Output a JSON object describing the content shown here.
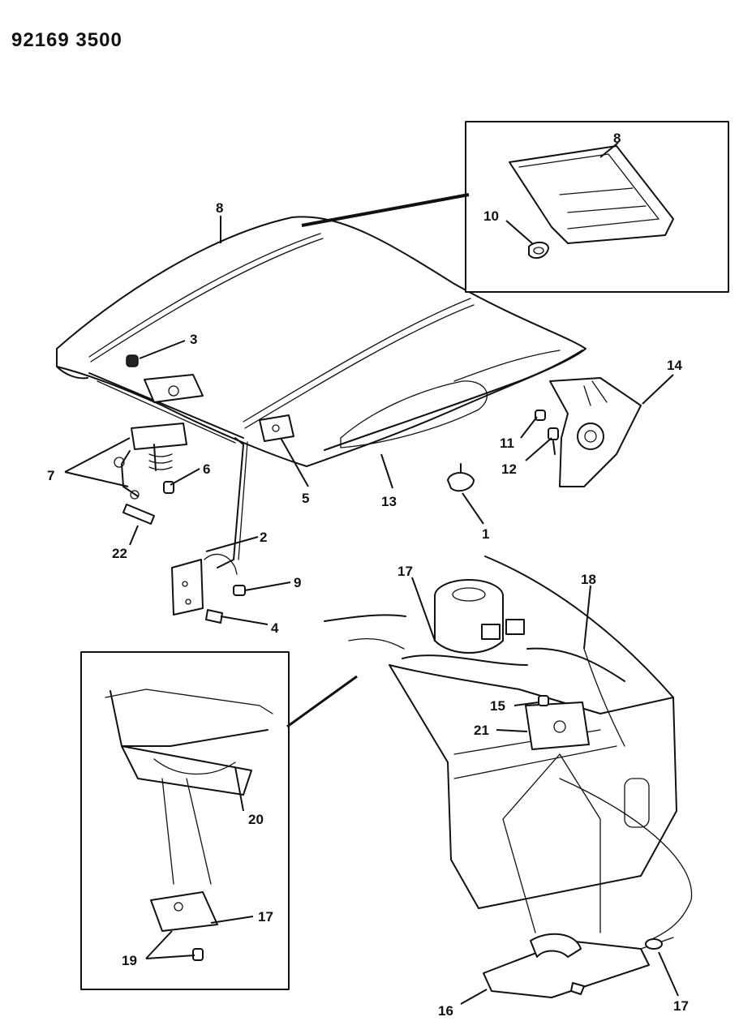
{
  "document": {
    "id": "92169 3500"
  },
  "callouts": {
    "c1": "1",
    "c2": "2",
    "c3": "3",
    "c4": "4",
    "c5": "5",
    "c6": "6",
    "c7": "7",
    "c8_hood": "8",
    "c8_inset": "8",
    "c9": "9",
    "c10": "10",
    "c11": "11",
    "c12": "12",
    "c13": "13",
    "c14": "14",
    "c15": "15",
    "c16": "16",
    "c17_engine": "17",
    "c17_inset": "17",
    "c17_cable": "17",
    "c18": "18",
    "c19": "19",
    "c20": "20",
    "c21": "21",
    "c22": "22"
  },
  "icons": {
    "hood": "hood-panel-icon",
    "inset_top": "hood-corner-detail-icon",
    "inset_bottom": "release-handle-detail-icon",
    "engine_bay": "engine-compartment-icon"
  }
}
